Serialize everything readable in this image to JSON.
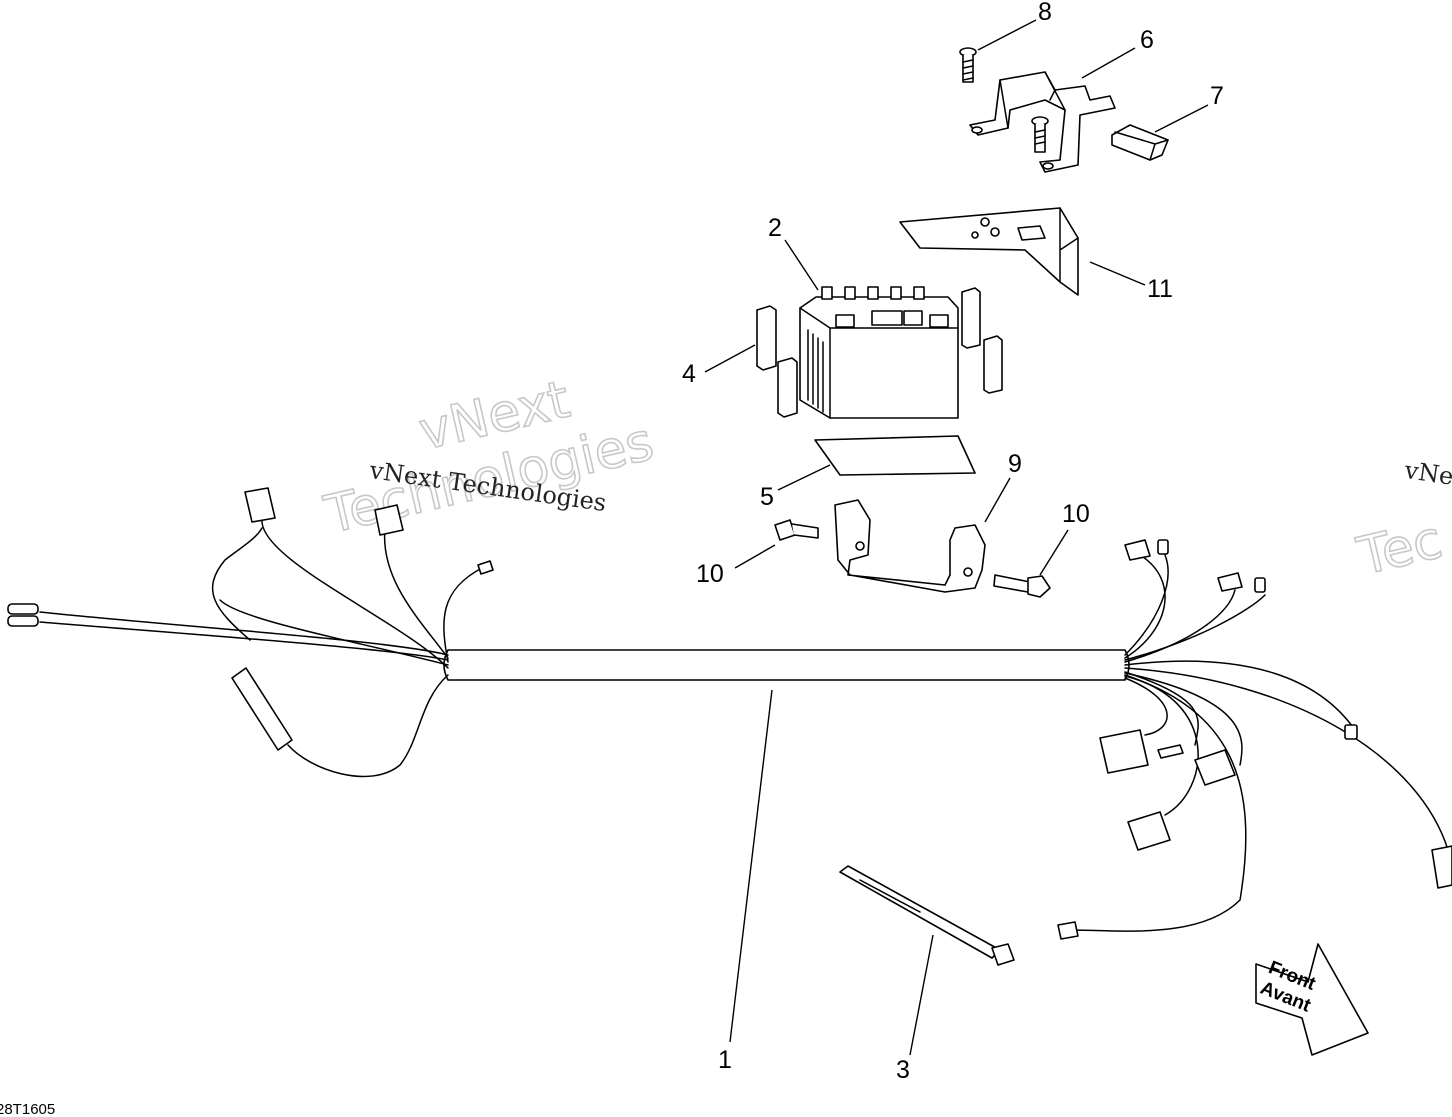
{
  "drawing_code": "28T1605",
  "watermark": {
    "line1": "vNext",
    "line2": "Technologies",
    "serif": "vNext Technologies",
    "right_serif": "vNe",
    "right_outline": "Tec"
  },
  "direction_arrow": {
    "line1": "Front",
    "line2": "Avant"
  },
  "callouts": {
    "c1": "1",
    "c2": "2",
    "c3": "3",
    "c4": "4",
    "c5": "5",
    "c6": "6",
    "c7": "7",
    "c8": "8",
    "c9": "9",
    "c10a": "10",
    "c10b": "10",
    "c11": "11"
  },
  "icons": {
    "battery": "battery-icon",
    "arrow": "front-arrow-icon"
  },
  "colors": {
    "line": "#000000",
    "watermark": "#c8c8c8",
    "background": "#ffffff"
  }
}
